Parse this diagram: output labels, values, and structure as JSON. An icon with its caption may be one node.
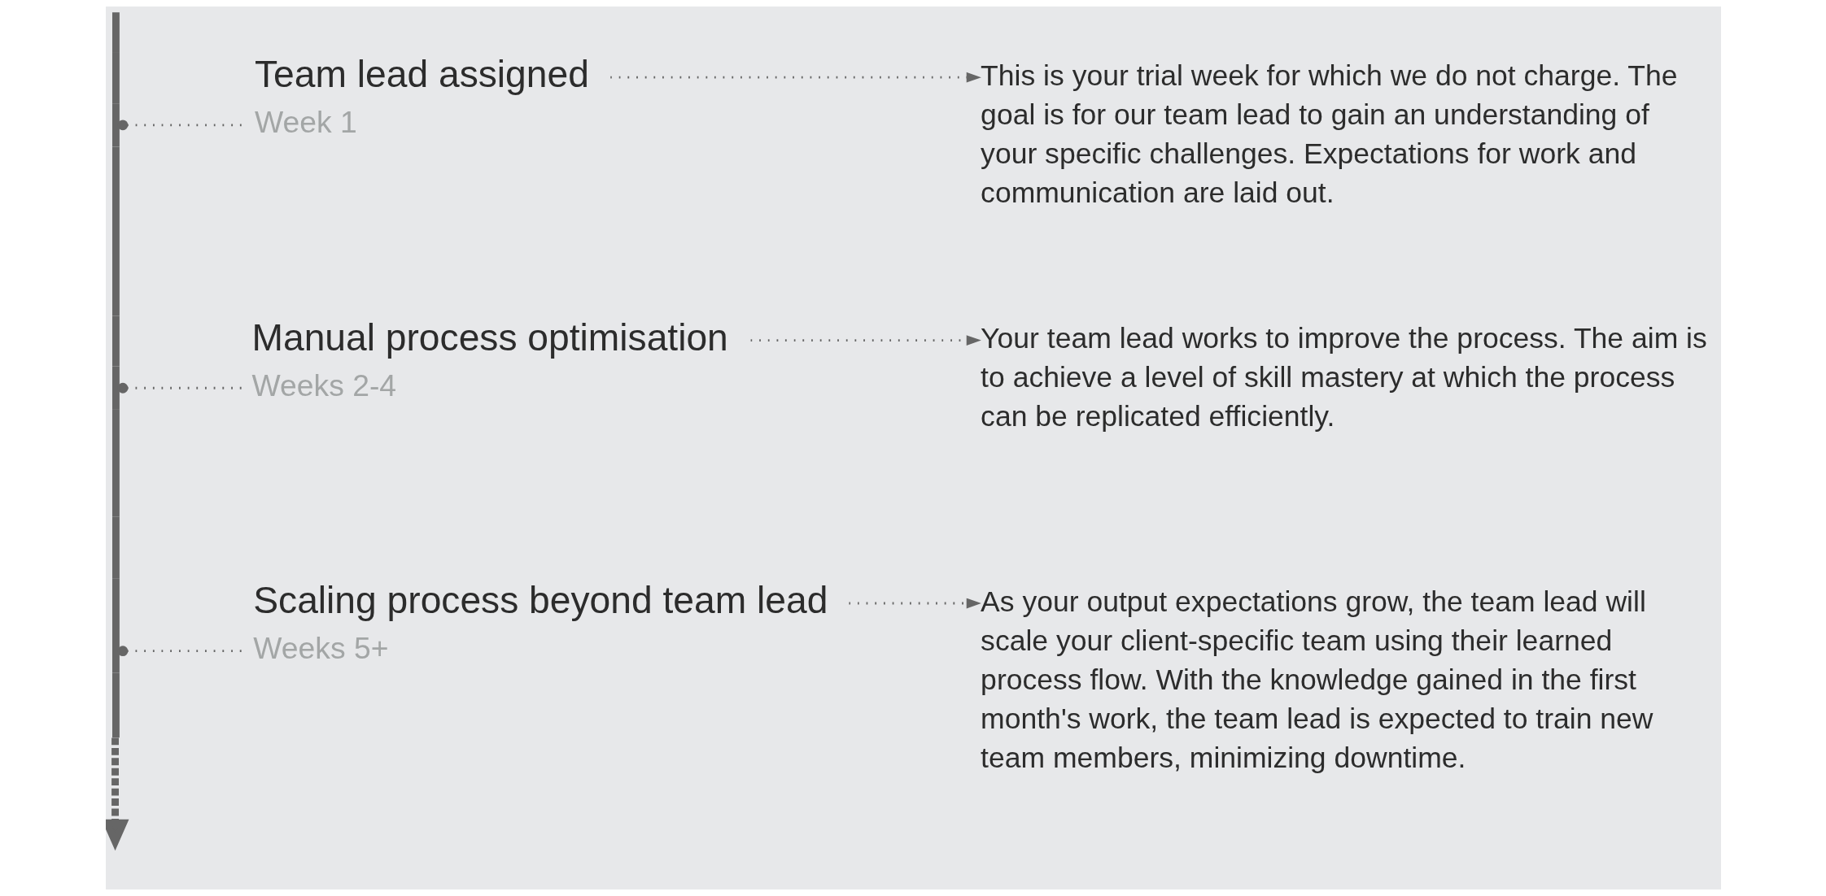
{
  "diagram": {
    "nodes": [
      {
        "text": [],
        "shape": "bar"
      },
      {
        "text": [
          "Team lead assigned",
          "Week 1"
        ]
      },
      {
        "text": [
          "This is your trial week for which we do not charge. The goal is for our team lead to gain an understanding of your specific challenges. Expectations for work and communication are laid out."
        ]
      },
      {
        "text": [
          "Manual process optimisation",
          "Weeks 2-4"
        ]
      },
      {
        "text": [
          "Your team lead works to improve the process. The aim is to achieve a level of skill mastery at which the process can be replicated efficiently."
        ]
      },
      {
        "text": [
          "Scaling process beyond team lead",
          "Weeks 5+"
        ]
      },
      {
        "text": [
          "As your output expectations grow, the team lead will scale your client-specific team using their learned process flow. With the knowledge gained in the first month's work, the team lead is expected to train new team members, minimizing downtime."
        ]
      }
    ],
    "edges": [
      {
        "from": 0,
        "to": 1,
        "arrow": "other"
      },
      {
        "from": 1,
        "to": 2,
        "arrow": "to"
      },
      {
        "from": 0,
        "to": 3,
        "arrow": "other"
      },
      {
        "from": 3,
        "to": 4,
        "arrow": "to"
      },
      {
        "from": 0,
        "to": 5,
        "arrow": "other"
      },
      {
        "from": 5,
        "to": 6,
        "arrow": "to"
      },
      {
        "from": 0,
        "to": null,
        "arrow": "to",
        "style": "dashed"
      }
    ]
  }
}
